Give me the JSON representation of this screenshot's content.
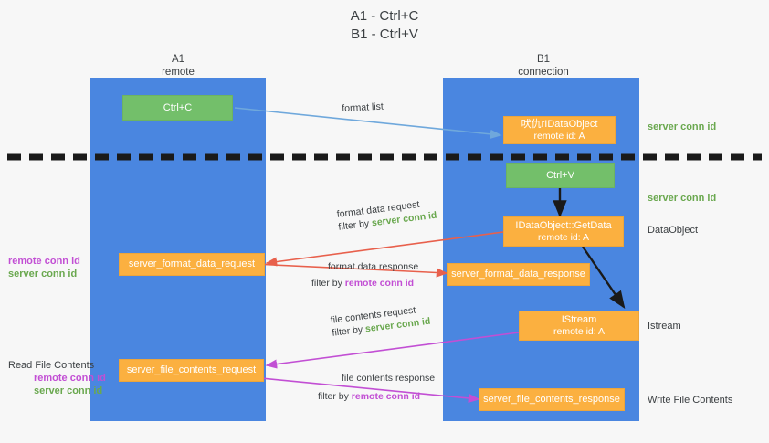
{
  "title": "A1 - Ctrl+C\nB1 - Ctrl+V",
  "colors": {
    "lane": "#4a86e0",
    "green_node": "#73bf6a",
    "orange_node": "#fbb040",
    "server_conn_id": "#6aa84f",
    "remote_conn_id": "#c24fd4",
    "text": "#3c4043",
    "divider": "#1a1a1a",
    "arrow_blue": "#6fa8dc",
    "arrow_red": "#e8604c",
    "arrow_magenta": "#c24fd4",
    "arrow_dark": "#1a1a1a",
    "background": "#f7f7f7"
  },
  "lanes": [
    {
      "id": "a1",
      "title": "A1",
      "subtitle": "remote"
    },
    {
      "id": "b1",
      "title": "B1",
      "subtitle": "connection"
    }
  ],
  "nodes": [
    {
      "id": "ctrl-c",
      "line1": "Ctrl+C",
      "line2": "",
      "style": "green"
    },
    {
      "id": "idataobject",
      "line1": "吠仇rIDataObject",
      "line2": "remote id: A",
      "style": "orange"
    },
    {
      "id": "ctrl-v",
      "line1": "Ctrl+V",
      "line2": "",
      "style": "green"
    },
    {
      "id": "getdata",
      "line1": "IDataObject::GetData",
      "line2": "remote id: A",
      "style": "orange"
    },
    {
      "id": "format-data-request",
      "line1": "server_format_data_request",
      "line2": "",
      "style": "orange"
    },
    {
      "id": "format-data-response",
      "line1": "server_format_data_response",
      "line2": "",
      "style": "orange"
    },
    {
      "id": "istream",
      "line1": "IStream",
      "line2": "remote id: A",
      "style": "orange"
    },
    {
      "id": "file-contents-request",
      "line1": "server_file_contents_request",
      "line2": "",
      "style": "orange"
    },
    {
      "id": "file-contents-response",
      "line1": "server_file_contents_response",
      "line2": "",
      "style": "orange"
    }
  ],
  "edge_labels": [
    {
      "id": "format-list",
      "text": "format list",
      "filter_prefix": "",
      "filter_value": "",
      "filter_color": ""
    },
    {
      "id": "format-data-request",
      "text": "format data request",
      "filter_prefix": "filter by ",
      "filter_value": "server conn id",
      "filter_color": "green"
    },
    {
      "id": "format-data-response",
      "text": "format data response",
      "filter_prefix": "filter by ",
      "filter_value": "remote conn id",
      "filter_color": "magenta"
    },
    {
      "id": "file-contents-request",
      "text": "file contents request",
      "filter_prefix": "filter by ",
      "filter_value": "server conn id",
      "filter_color": "green"
    },
    {
      "id": "file-contents-response",
      "text": "file contents response",
      "filter_prefix": "filter by ",
      "filter_value": "remote conn id",
      "filter_color": "magenta"
    }
  ],
  "right_annotations": [
    {
      "id": "server-conn-id-top",
      "text": "server conn id",
      "style": "green"
    },
    {
      "id": "server-conn-id-mid",
      "text": "server conn id",
      "style": "green"
    },
    {
      "id": "dataobject",
      "text": "DataObject",
      "style": "plain"
    },
    {
      "id": "istream",
      "text": "Istream",
      "style": "plain"
    },
    {
      "id": "write-file-contents",
      "text": "Write File Contents",
      "style": "plain"
    }
  ],
  "left_annotations": [
    {
      "id": "conn-ids-upper",
      "heading": "",
      "remote": "remote conn id",
      "server": "server conn id"
    },
    {
      "id": "read-file-contents",
      "heading": "Read File Contents",
      "remote": "remote conn id",
      "server": "server conn id"
    }
  ]
}
